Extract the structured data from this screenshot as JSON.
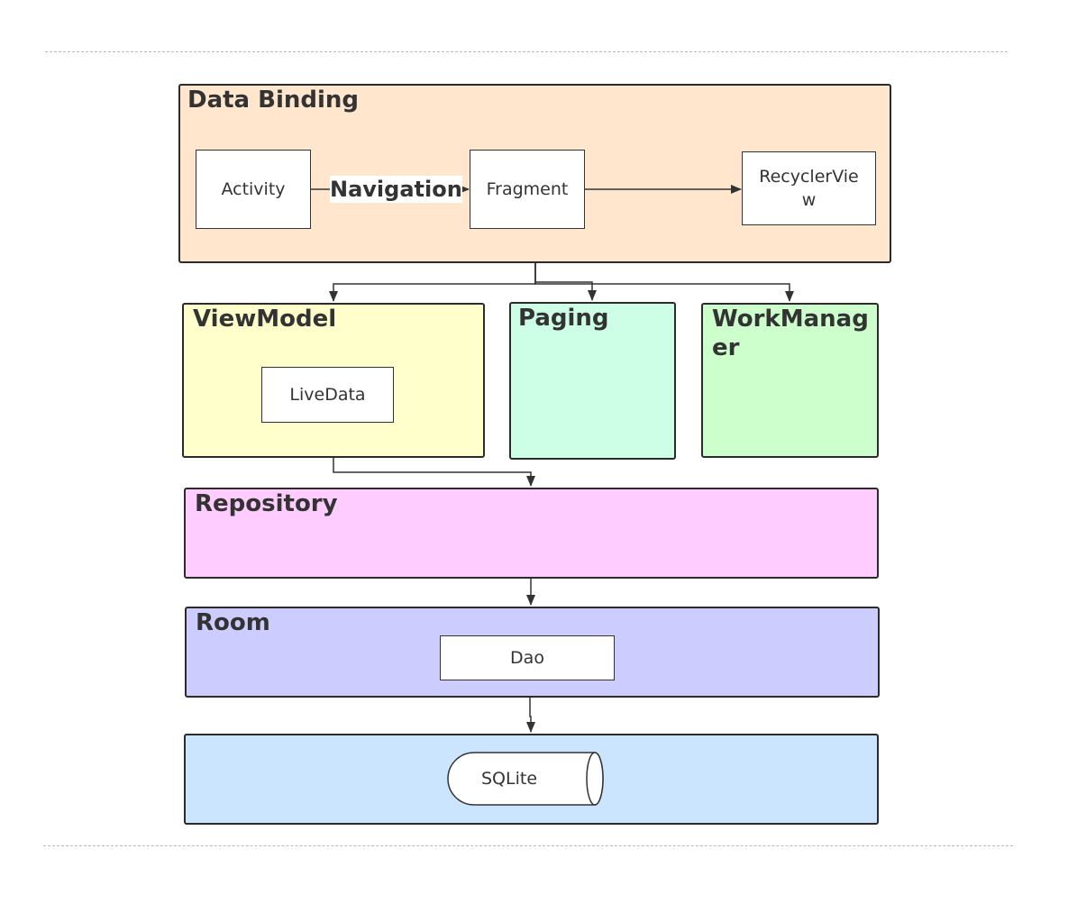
{
  "diagram": {
    "data_binding": {
      "title": "Data Binding",
      "activity": "Activity",
      "navigation": "Navigation",
      "fragment": "Fragment",
      "recyclerview": "RecyclerVie w"
    },
    "viewmodel": {
      "title": "ViewModel",
      "livedata": "LiveData"
    },
    "paging": {
      "title": "Paging"
    },
    "workmanager": {
      "title": "WorkManag er"
    },
    "repository": {
      "title": "Repository"
    },
    "room": {
      "title": "Room",
      "dao": "Dao"
    },
    "storage": {
      "sqlite": "SQLite"
    }
  },
  "colors": {
    "data_binding_fill": "#FFE6CC",
    "viewmodel_fill": "#FFFFCC",
    "paging_fill": "#CCFFE6",
    "workmanager_fill": "#CCFFCC",
    "repository_fill": "#FFCCFF",
    "room_fill": "#CCCCFF",
    "storage_fill": "#CCE5FF"
  }
}
